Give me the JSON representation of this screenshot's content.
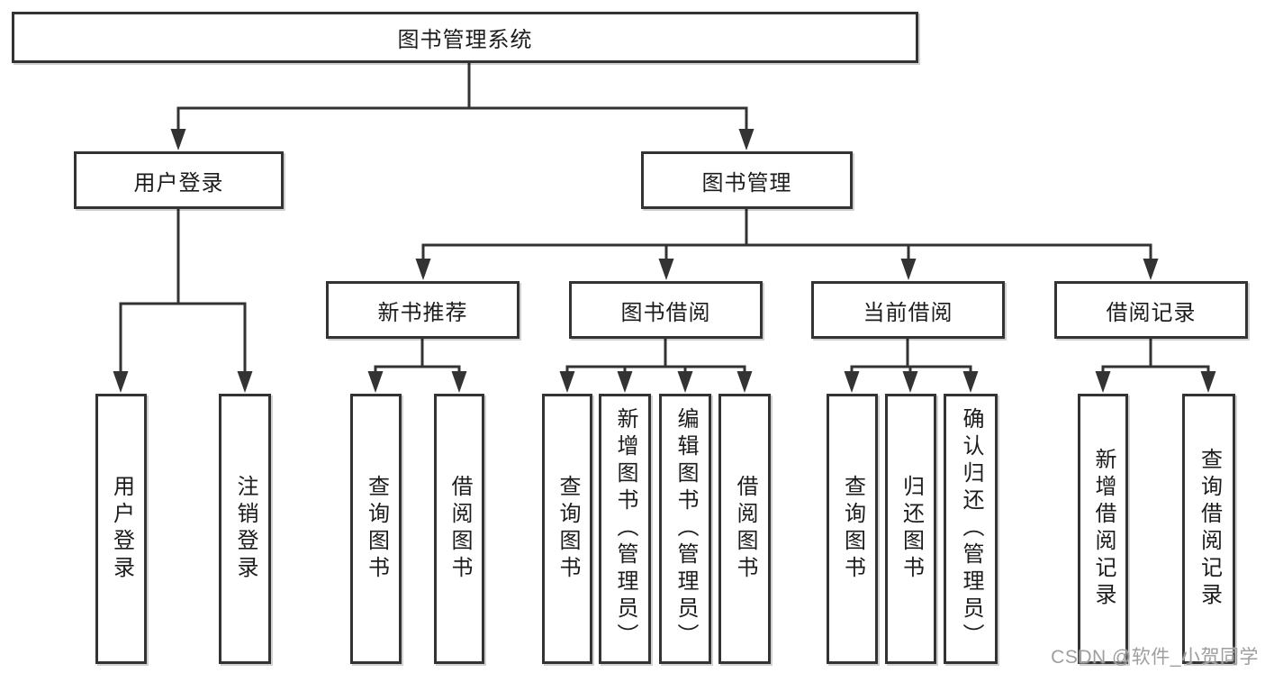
{
  "colors": {
    "line": "#333333",
    "box_border": "#333333",
    "box_fill": "#ffffff",
    "text": "#1c1c1c",
    "watermark": "#9e9e9e",
    "background": "#ffffff"
  },
  "watermark": {
    "text": "CSDN @软件_小贺同学"
  },
  "tree": {
    "root": {
      "label": "图书管理系统"
    },
    "branches": [
      {
        "label": "用户登录",
        "children": [
          {
            "label": "用户登录"
          },
          {
            "label": "注销登录"
          }
        ]
      },
      {
        "label": "图书管理",
        "children": [
          {
            "label": "新书推荐",
            "children": [
              {
                "label": "查询图书"
              },
              {
                "label": "借阅图书"
              }
            ]
          },
          {
            "label": "图书借阅",
            "children": [
              {
                "label": "查询图书"
              },
              {
                "label": "新增图书（管理员）"
              },
              {
                "label": "编辑图书（管理员）"
              },
              {
                "label": "借阅图书"
              }
            ]
          },
          {
            "label": "当前借阅",
            "children": [
              {
                "label": "查询图书"
              },
              {
                "label": "归还图书"
              },
              {
                "label": "确认归还（管理员）"
              }
            ]
          },
          {
            "label": "借阅记录",
            "children": [
              {
                "label": "新增借阅记录"
              },
              {
                "label": "查询借阅记录"
              }
            ]
          }
        ]
      }
    ]
  }
}
